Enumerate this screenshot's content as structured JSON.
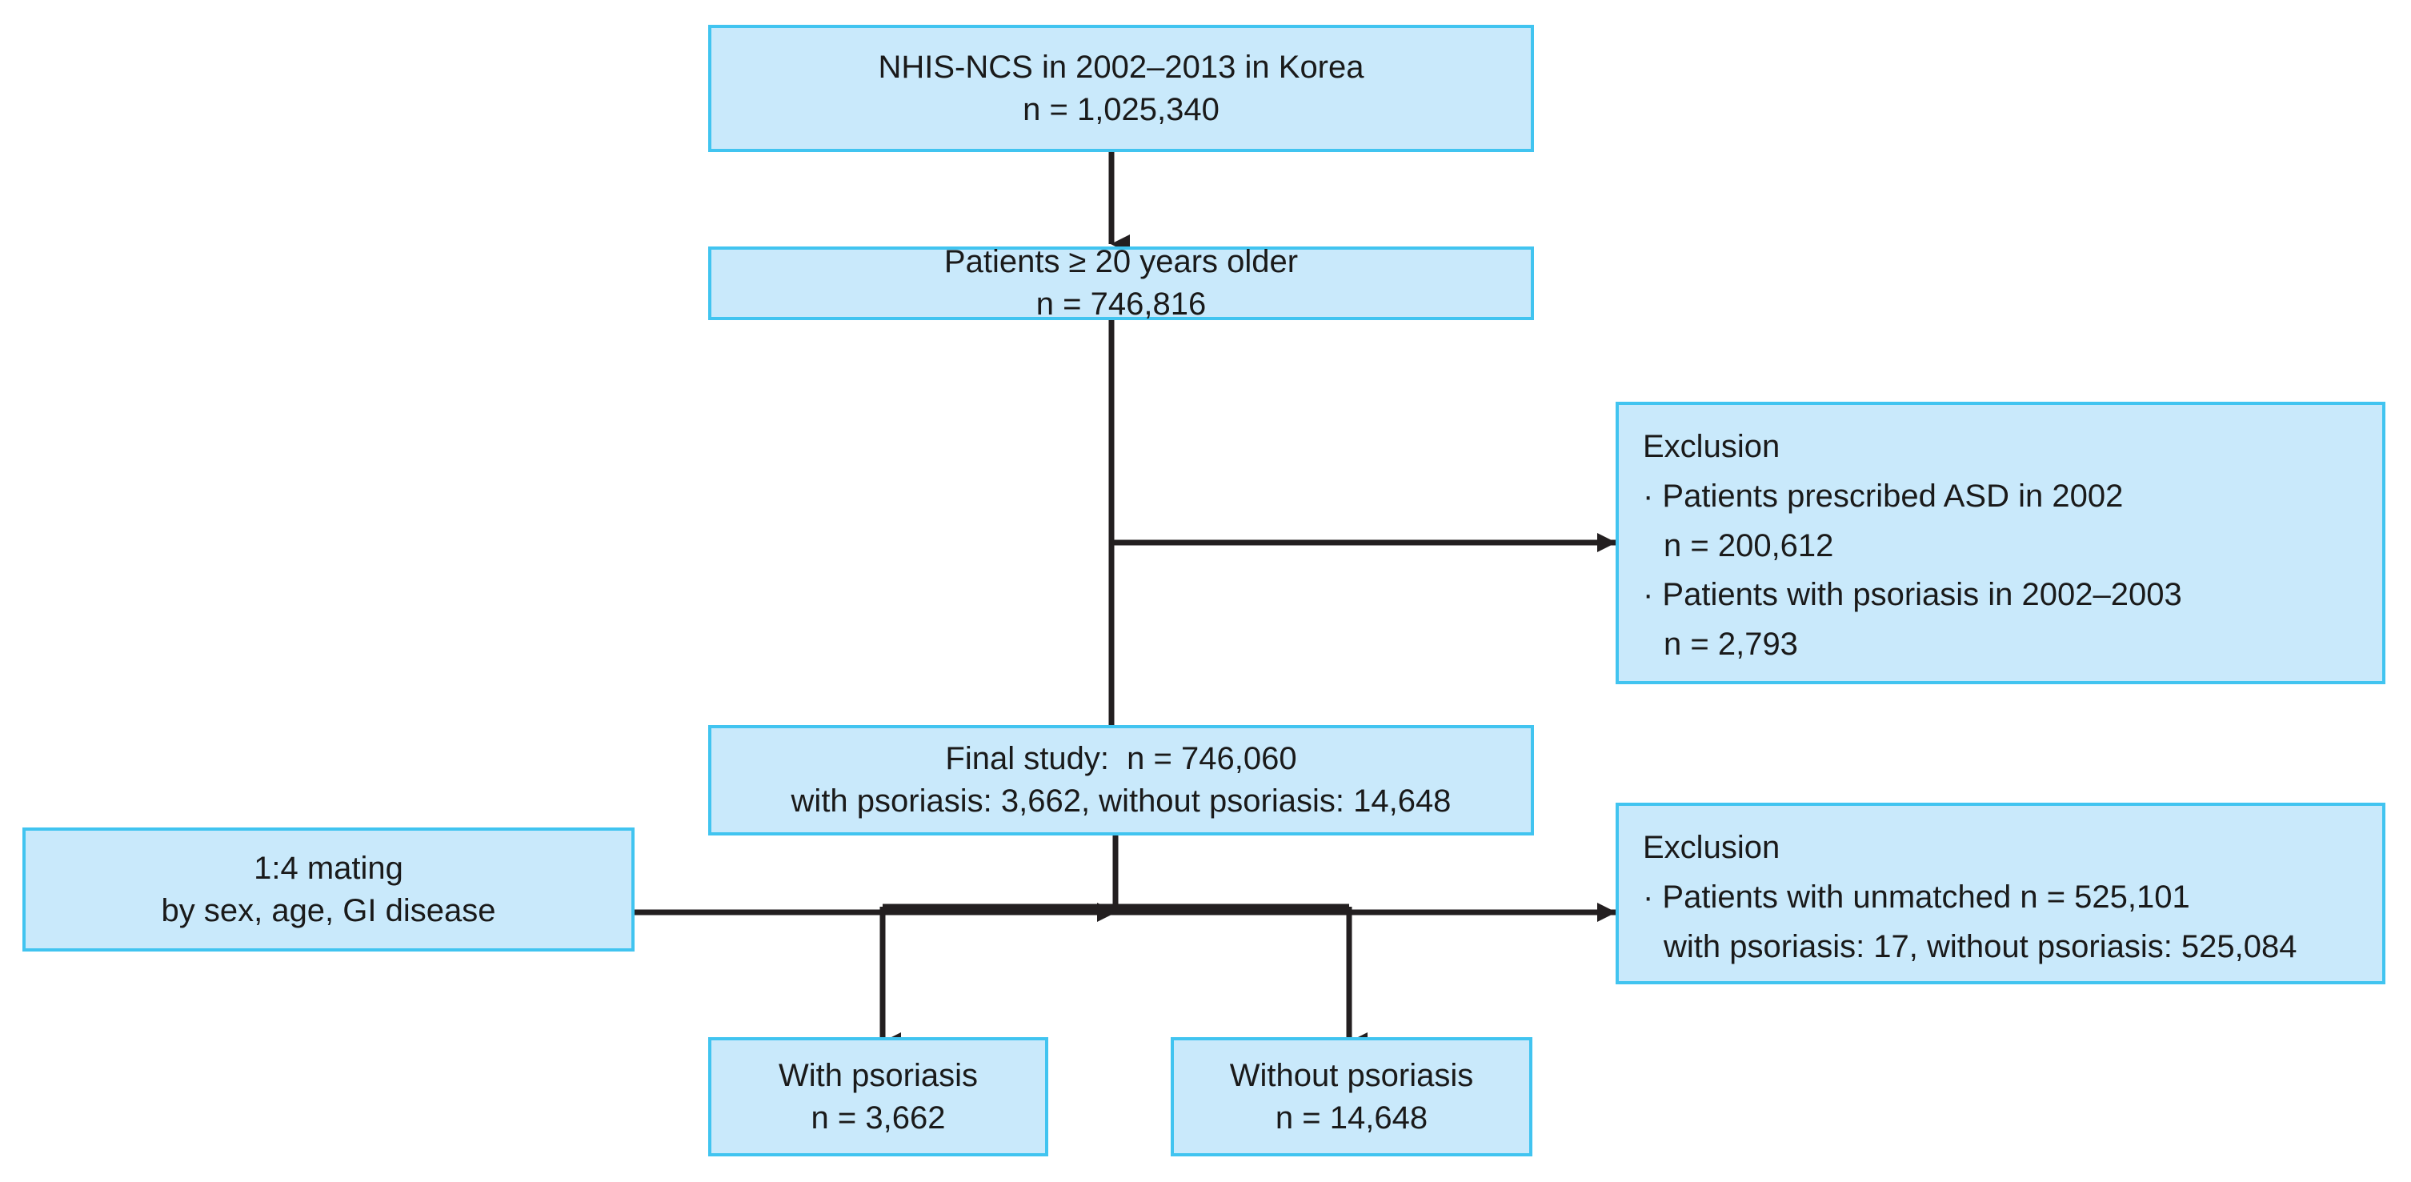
{
  "diagram": {
    "title": "Study population selection flowchart",
    "colors": {
      "box_fill": "#c9e9fb",
      "box_border": "#41c4f0",
      "connector": "#231f20",
      "text": "#1a1a1a",
      "background": "#ffffff"
    },
    "nodes": {
      "cohort": {
        "lines": [
          "NHIS-NCS in 2002–2013 in Korea",
          "n = 1,025,340"
        ]
      },
      "age_filter": {
        "lines": [
          "Patients ≥ 20 years older",
          "n = 746,816"
        ]
      },
      "exclusion_1": {
        "lines": [
          "Exclusion",
          "· Patients prescribed ASD in 2002",
          "n = 200,612",
          "· Patients with psoriasis in 2002–2003",
          "n = 2,793"
        ]
      },
      "final_study": {
        "lines": [
          "Final study:  n = 746,060",
          "with psoriasis: 3,662, without psoriasis: 14,648"
        ]
      },
      "matching": {
        "lines": [
          "1:4 mating",
          "by sex, age, GI disease"
        ]
      },
      "exclusion_2": {
        "lines": [
          "Exclusion",
          "· Patients with unmatched n = 525,101",
          "with psoriasis: 17, without psoriasis: 525,084"
        ]
      },
      "with_psoriasis": {
        "lines": [
          "With psoriasis",
          "n = 3,662"
        ]
      },
      "without_psoriasis": {
        "lines": [
          "Without psoriasis",
          "n = 14,648"
        ]
      }
    },
    "connectors": [
      {
        "name": "cohort-to-age-filter",
        "kind": "arrow-down"
      },
      {
        "name": "age-filter-to-final-study",
        "kind": "arrow-down"
      },
      {
        "name": "age-filter-to-exclusion-1",
        "kind": "arrow-right"
      },
      {
        "name": "final-study-to-split",
        "kind": "line-down"
      },
      {
        "name": "matching-to-final-study-stem",
        "kind": "arrow-right"
      },
      {
        "name": "final-study-to-exclusion-2",
        "kind": "arrow-right"
      },
      {
        "name": "split-to-with-psoriasis",
        "kind": "arrow-down"
      },
      {
        "name": "split-to-without-psoriasis",
        "kind": "arrow-down"
      }
    ]
  }
}
